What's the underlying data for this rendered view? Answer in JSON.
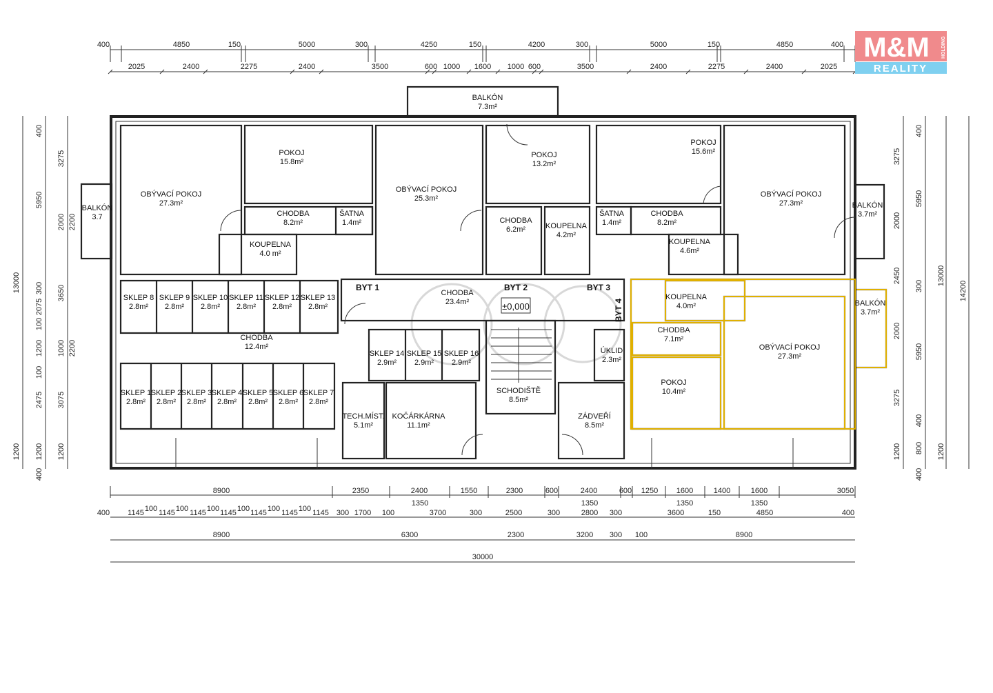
{
  "logo": {
    "main": "M&M",
    "side": "HOLDING",
    "sub": "REALITY",
    "pink": "#f08a8c",
    "blue": "#7fd0f0"
  },
  "labels": {
    "byt1": "BYT 1",
    "byt2": "BYT 2",
    "byt3": "BYT 3",
    "byt4": "BYT 4",
    "level": "±0,000"
  },
  "rooms": [
    {
      "name": "OBÝVACÍ POKOJ",
      "area": "27.3m²"
    },
    {
      "name": "POKOJ",
      "area": "15.8m²"
    },
    {
      "name": "CHODBA",
      "area": "8.2m²"
    },
    {
      "name": "ŠATNA",
      "area": "1.4m²"
    },
    {
      "name": "KOUPELNA",
      "area": "4.0 m²"
    },
    {
      "name": "BALKÓN",
      "area": "3.7"
    },
    {
      "name": "BALKÓN",
      "area": "7.3m²"
    },
    {
      "name": "OBÝVACÍ POKOJ",
      "area": "25.3m²"
    },
    {
      "name": "POKOJ",
      "area": "13.2m²"
    },
    {
      "name": "CHODBA",
      "area": "6.2m²"
    },
    {
      "name": "KOUPELNA",
      "area": "4.2m²"
    },
    {
      "name": "POKOJ",
      "area": "15.6m²"
    },
    {
      "name": "ŠATNA",
      "area": "1.4m²"
    },
    {
      "name": "CHODBA",
      "area": "8.2m²"
    },
    {
      "name": "KOUPELNA",
      "area": "4.6m²"
    },
    {
      "name": "OBÝVACÍ POKOJ",
      "area": "27.3m²"
    },
    {
      "name": "BALKÓN",
      "area": "3.7m²"
    },
    {
      "name": "CHODBA",
      "area": "23.4m²"
    },
    {
      "name": "SKLEP 8",
      "area": "2.8m²"
    },
    {
      "name": "SKLEP 9",
      "area": "2.8m²"
    },
    {
      "name": "SKLEP 10",
      "area": "2.8m²"
    },
    {
      "name": "SKLEP 11",
      "area": "2.8m²"
    },
    {
      "name": "SKLEP 12",
      "area": "2.8m²"
    },
    {
      "name": "SKLEP 13",
      "area": "2.8m²"
    },
    {
      "name": "CHODBA",
      "area": "12.4m²"
    },
    {
      "name": "SKLEP 1",
      "area": "2.8m²"
    },
    {
      "name": "SKLEP 2",
      "area": "2.8m²"
    },
    {
      "name": "SKLEP 3",
      "area": "2.8m²"
    },
    {
      "name": "SKLEP 4",
      "area": "2.8m²"
    },
    {
      "name": "SKLEP 5",
      "area": "2.8m²"
    },
    {
      "name": "SKLEP 6",
      "area": "2.8m²"
    },
    {
      "name": "SKLEP 7",
      "area": "2.8m²"
    },
    {
      "name": "SKLEP 14",
      "area": "2.9m²"
    },
    {
      "name": "SKLEP 15",
      "area": "2.9m²"
    },
    {
      "name": "SKLEP 16",
      "area": "2.9m²"
    },
    {
      "name": "TECH.MÍST.",
      "area": "5.1m²"
    },
    {
      "name": "KOČÁRKÁRNA",
      "area": "11.1m²"
    },
    {
      "name": "SCHODIŠTĚ",
      "area": "8.5m²"
    },
    {
      "name": "ÚKLID",
      "area": "2.3m²"
    },
    {
      "name": "ZÁDVEŘÍ",
      "area": "8.5m²"
    },
    {
      "name": "KOUPELNA",
      "area": "4.0m²"
    },
    {
      "name": "CHODBA",
      "area": "7.1m²"
    },
    {
      "name": "POKOJ",
      "area": "10.4m²"
    },
    {
      "name": "OBÝVACÍ POKOJ",
      "area": "27.3m²"
    },
    {
      "name": "BALKÓN",
      "area": "3.7m²"
    }
  ],
  "dims": {
    "top1": [
      "400",
      "4850",
      "150",
      "5000",
      "300",
      "4250",
      "150",
      "4200",
      "300",
      "5000",
      "150",
      "4850",
      "400"
    ],
    "top2": [
      "2025",
      "2400",
      "2275",
      "2400",
      "3500",
      "600",
      "1000",
      "1600",
      "1000",
      "600",
      "3500",
      "2400",
      "2275",
      "2400",
      "2025"
    ],
    "bot1": [
      "8900",
      "2350",
      "2400",
      "1350",
      "1550",
      "2300",
      "600",
      "2400",
      "1350",
      "600",
      "1250",
      "1600",
      "1350",
      "1400",
      "1600",
      "1350",
      "3050"
    ],
    "bot2": [
      "400",
      "1145",
      "100",
      "1145",
      "100",
      "1145",
      "100",
      "1145",
      "100",
      "1145",
      "100",
      "1145",
      "100",
      "1145",
      "300",
      "1700",
      "100",
      "3700",
      "300",
      "2500",
      "300",
      "2800",
      "300",
      "3600",
      "150",
      "4850",
      "400"
    ],
    "bot3": [
      "8900",
      "6300",
      "2300",
      "3200",
      "300",
      "100",
      "8900"
    ],
    "bot4": [
      "30000"
    ],
    "left1": [
      "13000",
      "1200"
    ],
    "left2": [
      "400",
      "5950",
      "300",
      "2075",
      "100",
      "1200",
      "100",
      "2475",
      "1200",
      "400"
    ],
    "left3": [
      "3275",
      "2000",
      "2200",
      "3650",
      "1000",
      "2200",
      "3075",
      "1200"
    ],
    "right1": [
      "3275",
      "2000",
      "2450",
      "2000",
      "3275",
      "1200"
    ],
    "right2": [
      "400",
      "5950",
      "300",
      "5950",
      "400",
      "800",
      "400"
    ],
    "right3": [
      "13000",
      "1200"
    ],
    "right4": [
      "14200"
    ]
  }
}
